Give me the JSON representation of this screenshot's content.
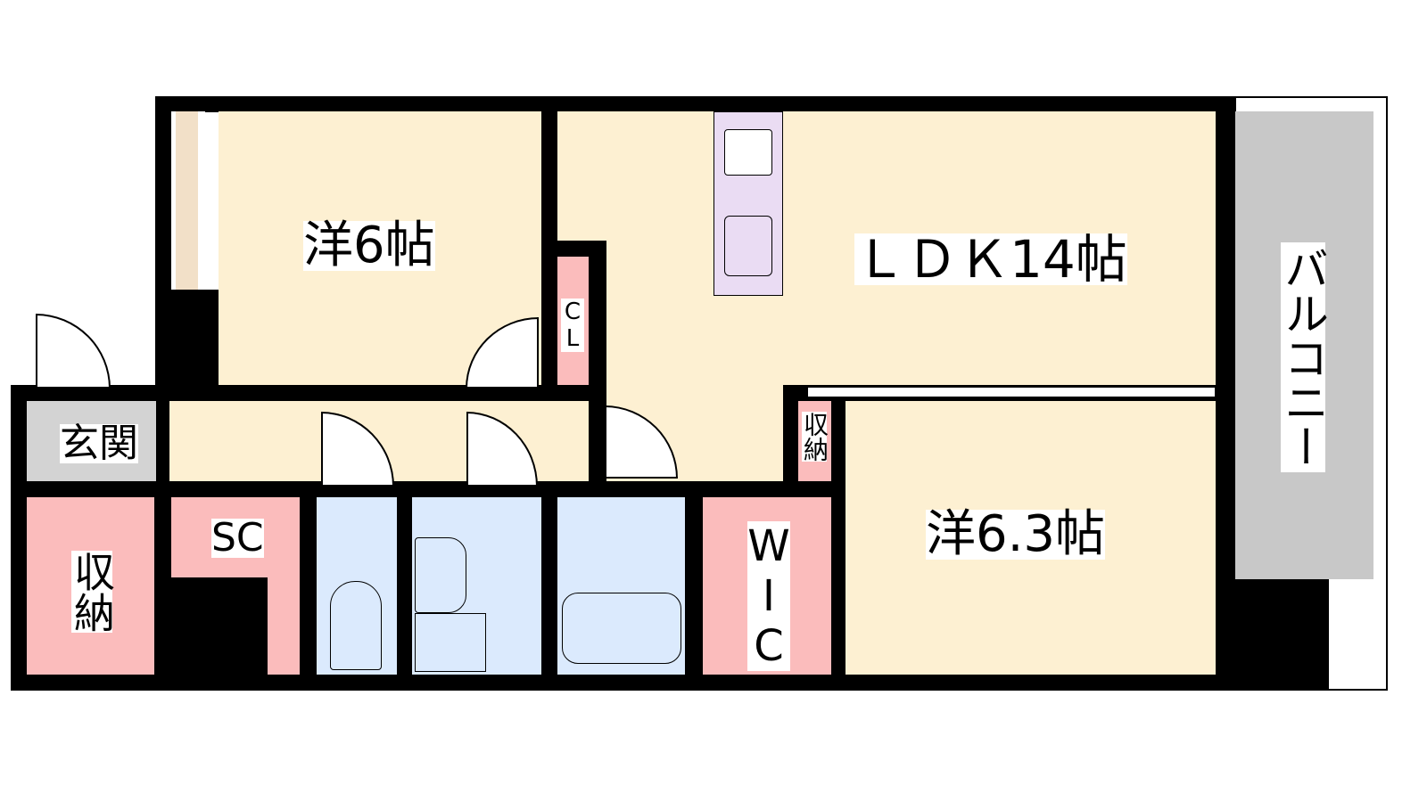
{
  "rooms": {
    "western1": "洋6帖",
    "ldk": "ＬＤＫ14帖",
    "western2": "洋6.3帖",
    "closet": "CL",
    "storage_small": "収納",
    "entrance": "玄関",
    "storage": "収納",
    "shoe_closet": "SC",
    "wic": "WIC",
    "balcony": "バルコニー"
  },
  "colors": {
    "room": "#fdf0d2",
    "storage": "#fbbcbc",
    "wet_area": "#dbeafd",
    "entrance": "#d3d3d3",
    "kitchen": "#eadcf3"
  }
}
